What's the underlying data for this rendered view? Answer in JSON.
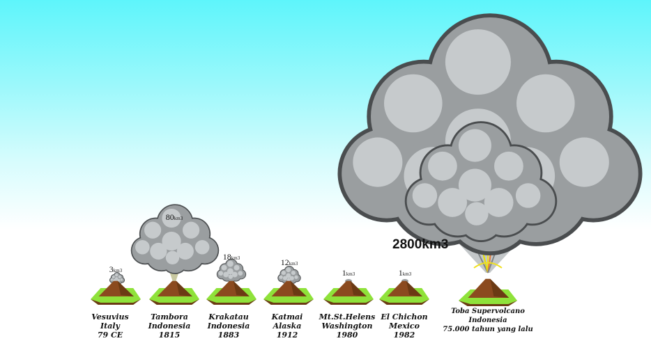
{
  "volcanoes": [
    {
      "name": "Vesuvius",
      "place": "Italy",
      "date": "79 CE",
      "volume": "3",
      "unit": "km3"
    },
    {
      "name": "Tambora",
      "place": "Indonesia",
      "date": "1815",
      "volume": "80",
      "unit": "km3"
    },
    {
      "name": "Krakatau",
      "place": "Indonesia",
      "date": "1883",
      "volume": "18",
      "unit": "km3"
    },
    {
      "name": "Katmai",
      "place": "Alaska",
      "date": "1912",
      "volume": "12",
      "unit": "km3"
    },
    {
      "name": "Mt.St.Helens",
      "place": "Washington",
      "date": "1980",
      "volume": "1",
      "unit": "km3"
    },
    {
      "name": "El Chichon",
      "place": "Mexico",
      "date": "1982",
      "volume": "1",
      "unit": "km3"
    },
    {
      "name": "Toba Supervolcano",
      "place": "Indonesia",
      "date": "75.000 tahun yang lalu",
      "volume_label": "2800km3"
    }
  ],
  "colors": {
    "sky": "#5ef5fb",
    "ash": "#9a9ea0",
    "ash_light": "#c6cacc",
    "outline": "#4a4d4f",
    "cone": "#8b4a1f",
    "grass": "#8fe23a"
  }
}
